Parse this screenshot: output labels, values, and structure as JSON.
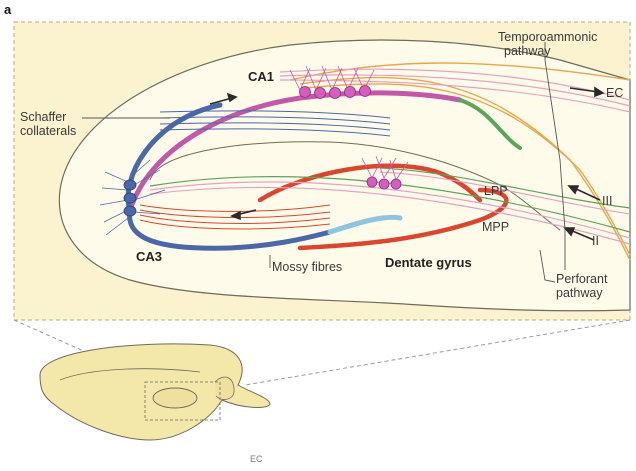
{
  "panel": {
    "letter": "a"
  },
  "labels": {
    "ca1": "CA1",
    "ca3": "CA3",
    "dentate_gyrus": "Dentate gyrus",
    "schaffer_line1": "Schaffer",
    "schaffer_line2": "collaterals",
    "temporo_line1": "Temporoammonic",
    "temporo_line2": "pathway",
    "ec_arrow": "EC",
    "lpp": "LPP",
    "mpp": "MPP",
    "layer_iii": "III",
    "layer_ii": "II",
    "mossy_fibres": "Mossy fibres",
    "perforant_line1": "Perforant",
    "perforant_line2": "pathway",
    "bottom_ec": "EC"
  },
  "colors": {
    "panel_bg": "#fbf2cf",
    "tissue": "#fffbea",
    "schaffer": "#c05aa8",
    "ca3_axon": "#4a67a8",
    "mossy": "#d9472e",
    "mossy_light": "#8fc4e0",
    "green_tract": "#5aa55a",
    "temporo": "#e8a64a",
    "pink_fibres": "#e7a2c2",
    "cell_body": "#d85cc0",
    "brain_fill": "#f3e7a9"
  }
}
